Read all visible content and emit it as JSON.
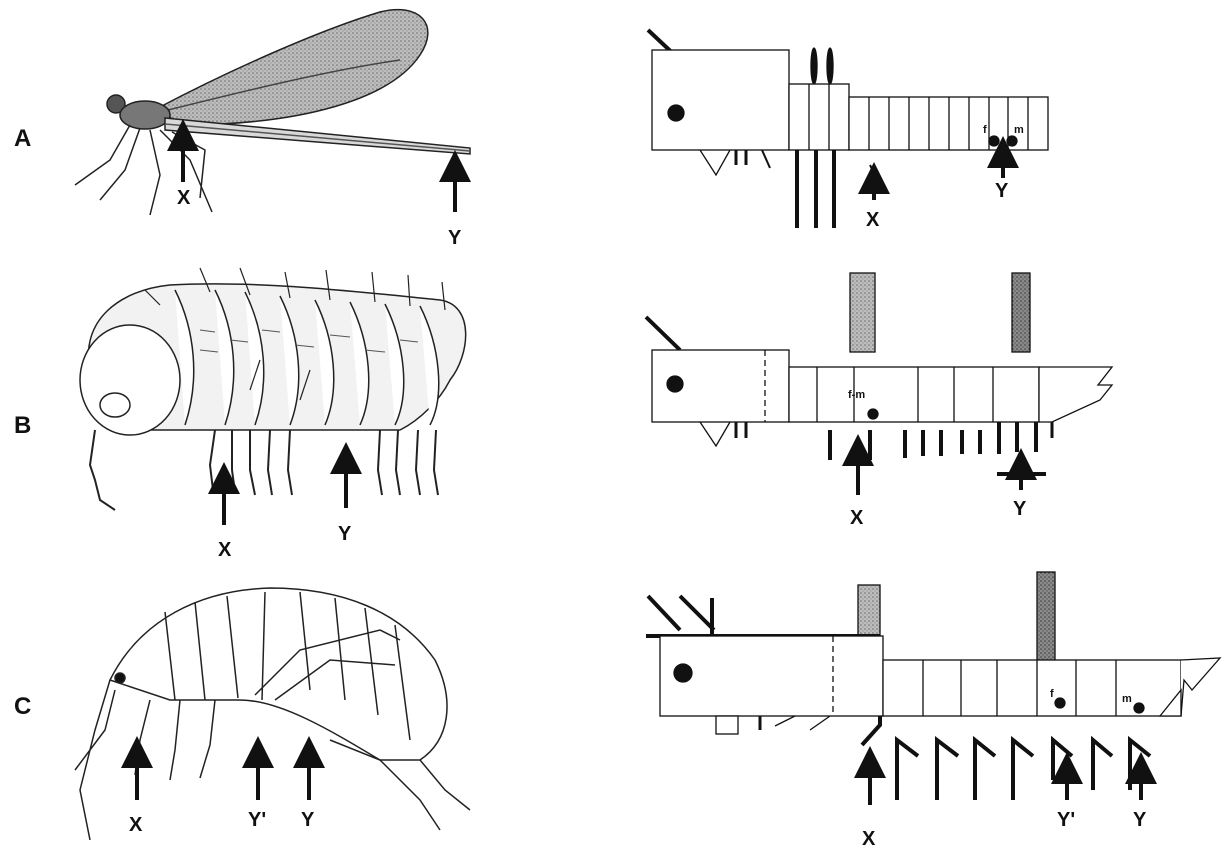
{
  "rows": [
    {
      "letter": "A",
      "left_x": "X",
      "left_y": "Y",
      "right_x": "X",
      "right_y": "Y",
      "f": "f",
      "m": "m"
    },
    {
      "letter": "B",
      "left_x": "X",
      "left_y": "Y",
      "right_x": "X",
      "right_y": "Y",
      "fm": "f-m"
    },
    {
      "letter": "C",
      "left_x": "X",
      "left_y1": "Y'",
      "left_y": "Y",
      "right_x": "X",
      "right_y1": "Y'",
      "right_y": "Y",
      "f": "f",
      "m": "m"
    }
  ]
}
